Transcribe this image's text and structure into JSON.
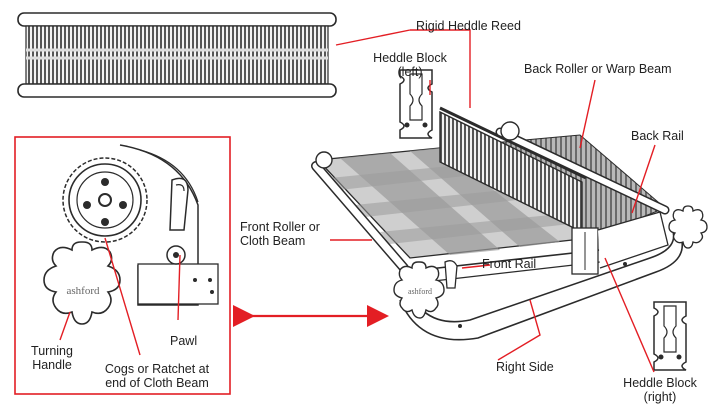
{
  "labels": {
    "rigid_heddle_reed": "Rigid Heddle Reed",
    "heddle_block_left_1": "Heddle Block",
    "heddle_block_left_2": "(left)",
    "back_roller": "Back Roller or Warp Beam",
    "back_rail": "Back Rail",
    "front_roller_1": "Front Roller or",
    "front_roller_2": "Cloth Beam",
    "front_rail": "Front Rail",
    "pawl": "Pawl",
    "turning_handle_1": "Turning",
    "turning_handle_2": "Handle",
    "cogs_1": "Cogs or Ratchet at",
    "cogs_2": "end of Cloth Beam",
    "right_side": "Right Side",
    "heddle_block_right_1": "Heddle Block",
    "heddle_block_right_2": "(right)"
  },
  "brand": "ashford",
  "colors": {
    "leader_line": "#e31e24",
    "outline": "#2b2b2b",
    "cloth_dark": "#8c8c8c",
    "cloth_light": "#d4d4d4"
  }
}
